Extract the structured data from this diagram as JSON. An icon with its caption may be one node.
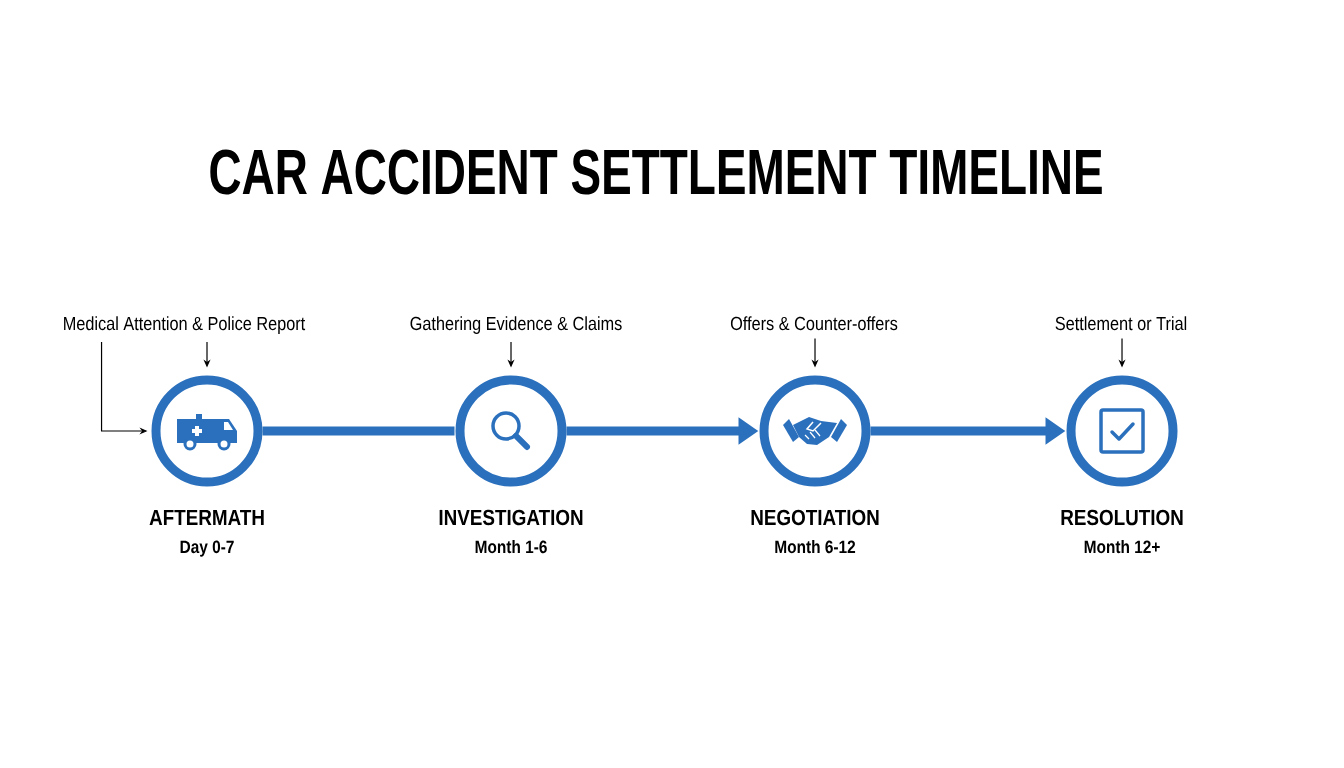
{
  "diagram": {
    "title": "CAR ACCIDENT SETTLEMENT TIMELINE",
    "nodes": [
      {
        "text": [
          "Medical Attention & Police Report"
        ]
      },
      {
        "text": [
          "Gathering Evidence & Claims"
        ]
      },
      {
        "text": [
          "Offers & Counter-offers"
        ]
      },
      {
        "text": [
          "Settlement or Trial"
        ]
      },
      {
        "text": [
          "AFTERMATH",
          "Day 0-7"
        ]
      },
      {
        "text": [
          "INVESTIGATION",
          "Month 1-6"
        ]
      },
      {
        "text": [
          "NEGOTIATION",
          "Month 6-12"
        ]
      },
      {
        "text": [
          "RESOLUTION",
          "Month 12+"
        ]
      }
    ],
    "edges": [
      {
        "from": 0,
        "to": 4,
        "arrow": "to"
      },
      {
        "from": 0,
        "to": 4,
        "arrow": "to"
      },
      {
        "from": 1,
        "to": 5,
        "arrow": "to"
      },
      {
        "from": 2,
        "to": 6,
        "arrow": "to"
      },
      {
        "from": 3,
        "to": 7,
        "arrow": "to"
      },
      {
        "from": 4,
        "to": 5,
        "arrow": "none",
        "style": "thick",
        "color": "#2b70bd"
      },
      {
        "from": 5,
        "to": 6,
        "arrow": "to",
        "style": "thick",
        "color": "#2b70bd"
      },
      {
        "from": 6,
        "to": 7,
        "arrow": "to",
        "style": "thick",
        "color": "#2b70bd"
      }
    ]
  }
}
